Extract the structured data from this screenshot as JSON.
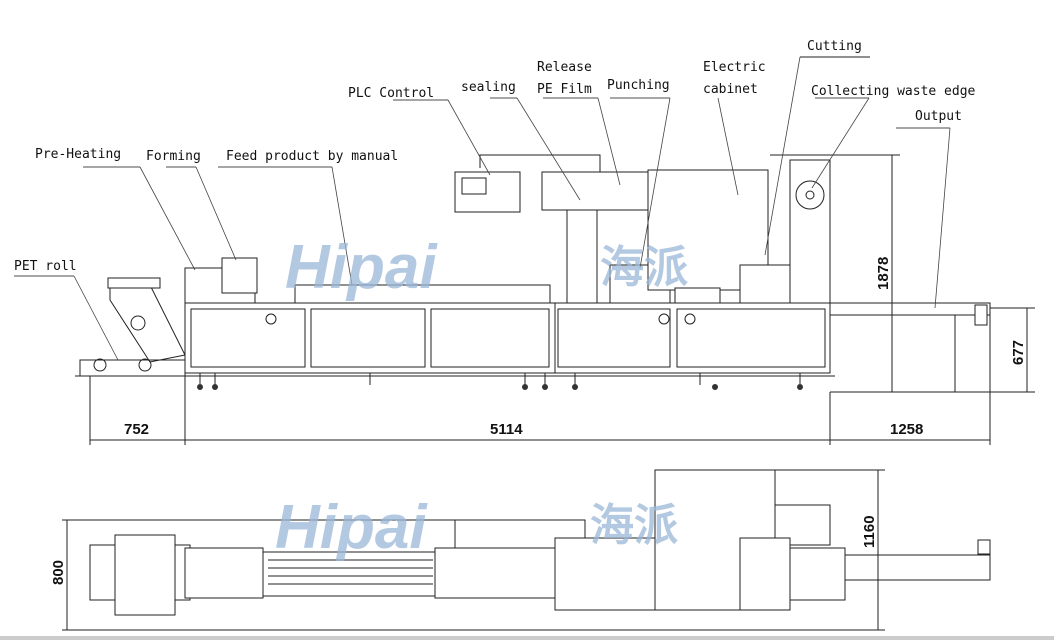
{
  "labels": {
    "pet_roll": "PET roll",
    "pre_heating": "Pre-Heating",
    "forming": "Forming",
    "feed_product": "Feed product by manual",
    "plc_control": "PLC Control",
    "sealing": "sealing",
    "release_pe_film_1": "Release",
    "release_pe_film_2": "PE Film",
    "punching": "Punching",
    "electric_cabinet_1": "Electric",
    "electric_cabinet_2": "cabinet",
    "cutting": "Cutting",
    "collecting_waste_edge": "Collecting waste edge",
    "output": "Output"
  },
  "dimensions": {
    "roll_length": "752",
    "machine_length": "5114",
    "output_length": "1258",
    "height": "1878",
    "output_height": "677",
    "width": "800",
    "overall_width": "1160"
  },
  "watermark": {
    "latin": "Hipai",
    "chinese": "海派"
  }
}
